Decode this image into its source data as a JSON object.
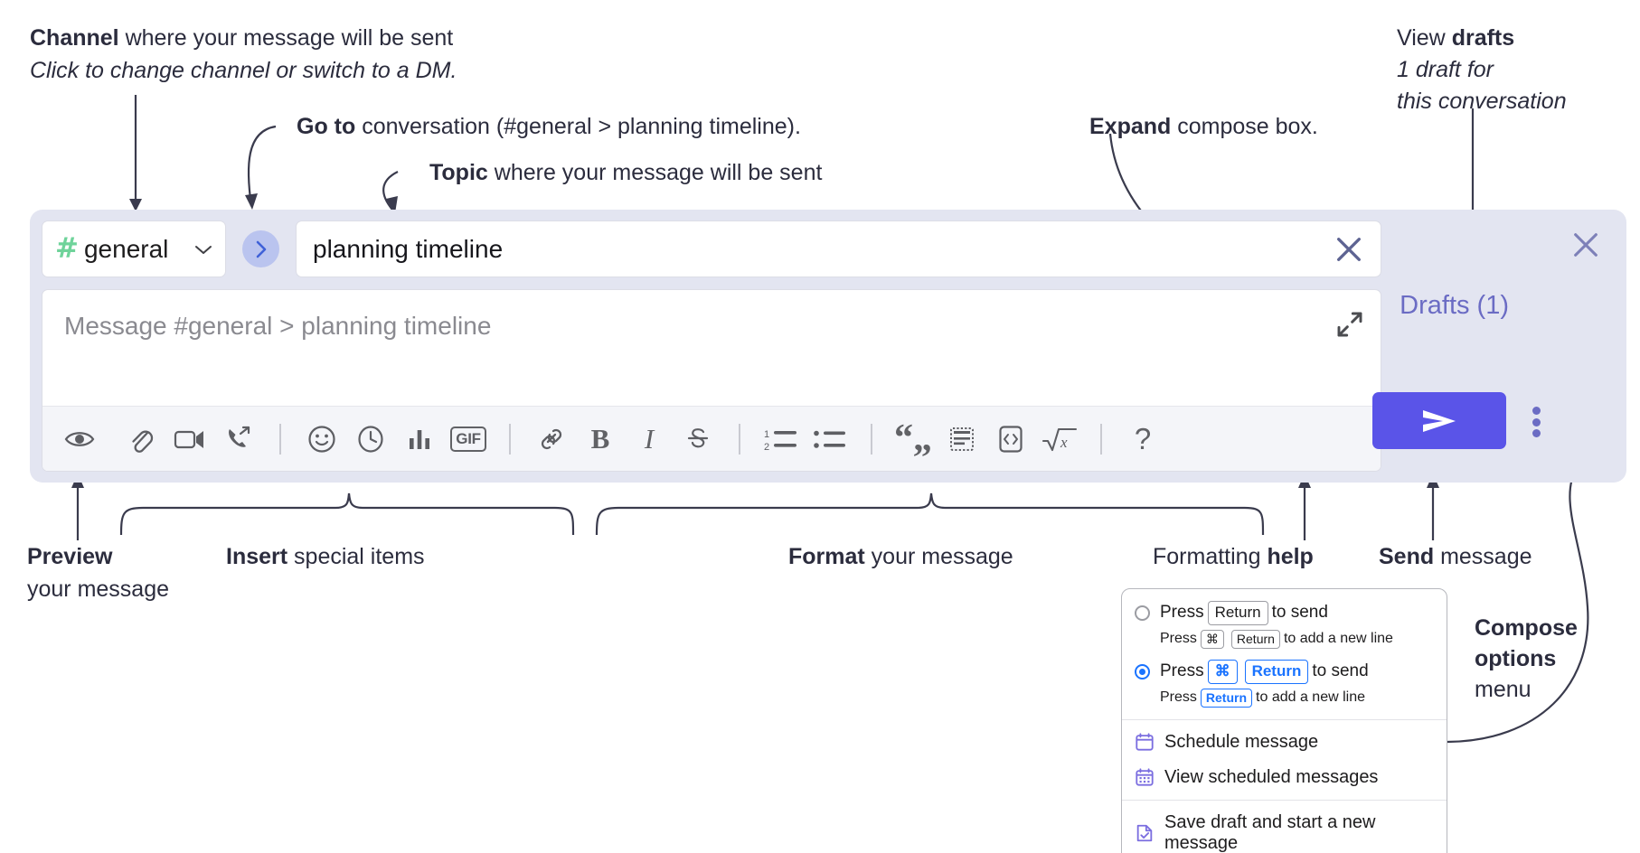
{
  "annotations": {
    "channel": {
      "bold": "Channel",
      "rest": " where your message will be sent",
      "italic": "Click to change channel or switch to a DM."
    },
    "goto": {
      "bold": "Go to",
      "rest": " conversation (#general > planning timeline)."
    },
    "topic": {
      "bold": "Topic",
      "rest": " where your message will be sent"
    },
    "expand": {
      "bold": "Expand",
      "rest": " compose box."
    },
    "drafts": {
      "rest": "View ",
      "bold": "drafts",
      "italic1": "1 draft for",
      "italic2": "this conversation"
    },
    "preview": {
      "bold": "Preview",
      "line2": "your message"
    },
    "insert": {
      "bold": "Insert",
      "rest": " special items"
    },
    "format": {
      "bold": "Format",
      "rest": " your message"
    },
    "formatting_help": {
      "rest": "Formatting ",
      "bold": "help"
    },
    "send": {
      "bold": "Send",
      "rest": " message"
    },
    "compose_options": {
      "bold1": "Compose",
      "bold2": "options",
      "rest": "menu"
    }
  },
  "compose": {
    "channel": {
      "hash": "#",
      "name": "general",
      "icon": "chevron-down-icon"
    },
    "goto_icon": "chevron-right-icon",
    "topic": {
      "value": "planning timeline",
      "clear_icon": "close-icon"
    },
    "message": {
      "placeholder": "Message #general > planning timeline",
      "value": "",
      "expand_icon": "expand-icon"
    },
    "toolbar": [
      {
        "name": "preview-button",
        "icon": "eye-icon",
        "label": "Preview"
      },
      {
        "type": "gap"
      },
      {
        "name": "attach-button",
        "icon": "paperclip-icon",
        "label": "Attach file"
      },
      {
        "name": "video-button",
        "icon": "video-icon",
        "label": "Record video clip"
      },
      {
        "name": "audio-button",
        "icon": "phone-share-icon",
        "label": "Record audio clip"
      },
      {
        "type": "sep"
      },
      {
        "name": "emoji-button",
        "icon": "smiley-icon",
        "label": "Emoji"
      },
      {
        "name": "reminder-button",
        "icon": "clock-icon",
        "label": "Reminder"
      },
      {
        "name": "poll-button",
        "icon": "bar-chart-icon",
        "label": "Poll"
      },
      {
        "name": "gif-button",
        "icon": "gif-icon",
        "label": "GIF"
      },
      {
        "type": "sep"
      },
      {
        "name": "link-button",
        "icon": "link-icon",
        "label": "Link"
      },
      {
        "name": "bold-button",
        "icon": "bold-icon",
        "label": "Bold"
      },
      {
        "name": "italic-button",
        "icon": "italic-icon",
        "label": "Italic"
      },
      {
        "name": "strikethrough-button",
        "icon": "strikethrough-icon",
        "label": "Strikethrough"
      },
      {
        "type": "sep"
      },
      {
        "name": "ordered-list-button",
        "icon": "ordered-list-icon",
        "label": "Ordered list"
      },
      {
        "name": "bulleted-list-button",
        "icon": "bulleted-list-icon",
        "label": "Bulleted list"
      },
      {
        "type": "sep"
      },
      {
        "name": "blockquote-button",
        "icon": "quote-icon",
        "label": "Blockquote"
      },
      {
        "name": "code-block-button",
        "icon": "code-block-icon",
        "label": "Code block"
      },
      {
        "name": "code-button",
        "icon": "code-icon",
        "label": "Code"
      },
      {
        "name": "math-button",
        "icon": "sqrt-x-icon",
        "label": "Math"
      },
      {
        "type": "sep"
      },
      {
        "name": "formatting-help-button",
        "icon": "question-mark-icon",
        "label": "Formatting help"
      }
    ],
    "drafts_label": "Drafts (1)",
    "send_icon": "send-paper-plane-icon",
    "kebab_icon": "vertical-dots-icon",
    "close_icon": "close-icon"
  },
  "menu": {
    "options": [
      {
        "selected": false,
        "main_pre": "Press",
        "main_keys": [
          "Return"
        ],
        "main_post": "to send",
        "sub_pre": "Press",
        "sub_keys": [
          "⌘",
          "Return"
        ],
        "sub_post": "to add a new line"
      },
      {
        "selected": true,
        "main_pre": "Press",
        "main_keys": [
          "⌘",
          "Return"
        ],
        "main_post": "to send",
        "sub_pre": "Press",
        "sub_keys": [
          "Return"
        ],
        "sub_post": "to add a new line"
      }
    ],
    "items": [
      {
        "icon": "calendar-icon",
        "label": "Schedule message"
      },
      {
        "icon": "calendar-grid-icon",
        "label": "View scheduled messages"
      },
      {
        "icon": "save-draft-icon",
        "label": "Save draft and start a new message",
        "divider_before": true
      }
    ]
  },
  "colors": {
    "compose_bg": "#e3e5f1",
    "send_button": "#5a54e8",
    "accent_purple": "#6b6cc4",
    "hash_green": "#6fd39a",
    "goto_bg": "#bac4ef",
    "key_blue": "#1a73ff",
    "text_dark": "#2b2c3d"
  }
}
